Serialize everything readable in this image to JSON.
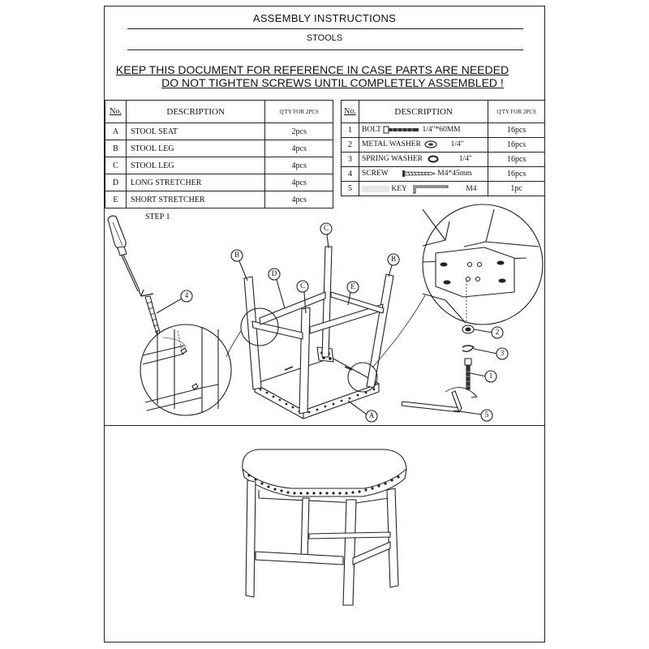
{
  "header": {
    "title": "ASSEMBLY INSTRUCTIONS",
    "subtitle": "STOOLS"
  },
  "notices": {
    "line1": "KEEP THIS DOCUMENT FOR REFERENCE IN CASE PARTS ARE NEEDED",
    "line2": "DO NOT TIGHTEN SCREWS UNTIL COMPLETELY ASSEMBLED !"
  },
  "parts_table": {
    "headers": {
      "no": "No.",
      "description": "DESCRIPTION",
      "qty": "Q'TY FOR 2PCS"
    },
    "rows": [
      {
        "no": "A",
        "description": "STOOL SEAT",
        "qty": "2pcs"
      },
      {
        "no": "B",
        "description": "STOOL LEG",
        "qty": "4pcs"
      },
      {
        "no": "C",
        "description": "STOOL LEG",
        "qty": "4pcs"
      },
      {
        "no": "D",
        "description": "LONG STRETCHER",
        "qty": "4pcs"
      },
      {
        "no": "E",
        "description": "SHORT STRETCHER",
        "qty": "4pcs"
      }
    ]
  },
  "hardware_table": {
    "headers": {
      "no": "No.",
      "description": "DESCRIPTION",
      "qty": "Q'TY FOR 2PCS"
    },
    "rows": [
      {
        "no": "1",
        "name": "BOLT",
        "size": "1/4\"*60MM",
        "qty": "16pcs",
        "icon": "bolt-icon"
      },
      {
        "no": "2",
        "name": "METAL WASHER",
        "size": "1/4\"",
        "qty": "16pcs",
        "icon": "washer-icon"
      },
      {
        "no": "3",
        "name": "SPRING WASHER",
        "size": "1/4\"",
        "qty": "16pcs",
        "icon": "spring-washer-icon"
      },
      {
        "no": "4",
        "name": "SCREW",
        "size": "M4*45mm",
        "qty": "16pcs",
        "icon": "screw-icon"
      },
      {
        "no": "5",
        "name": "KEY",
        "size": "M4",
        "qty": "1pc",
        "icon": "allen-key-icon"
      }
    ]
  },
  "step": {
    "label": "STEP 1"
  },
  "callouts": {
    "A": "A",
    "B": "B",
    "C": "C",
    "D": "D",
    "E": "E",
    "n1": "1",
    "n2": "2",
    "n3": "3",
    "n4": "4",
    "n5": "5"
  }
}
